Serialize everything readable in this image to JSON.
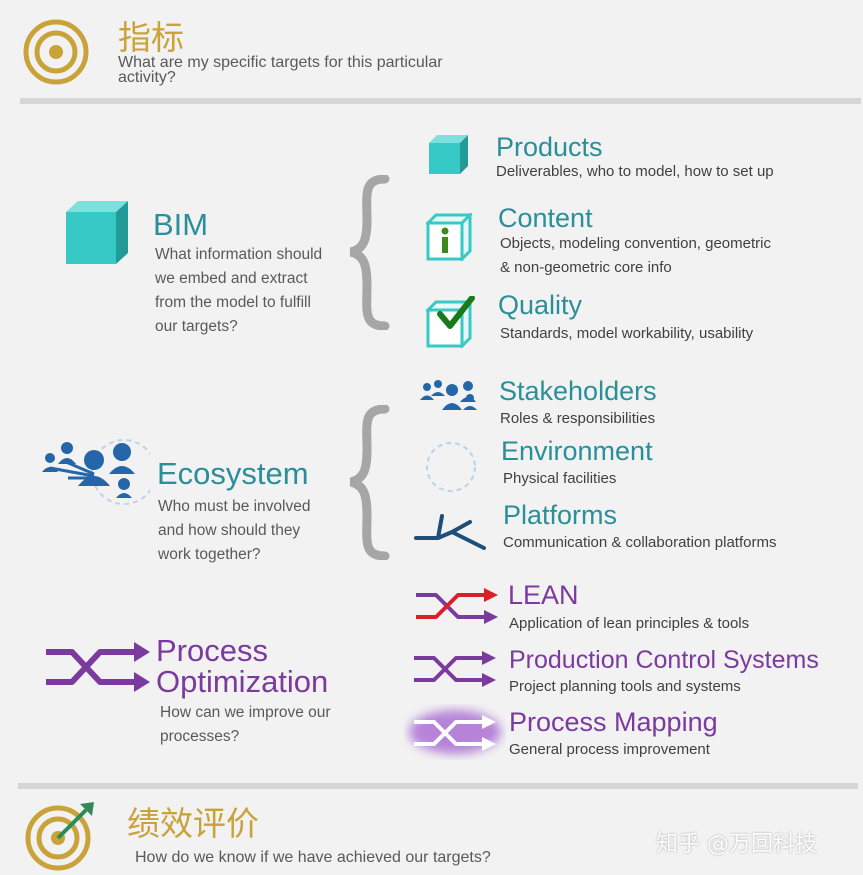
{
  "header": {
    "title": "指标",
    "subtitle_line1": "What are my specific targets for this particular",
    "subtitle_line2": "activity?",
    "icon": "target-icon"
  },
  "categories": [
    {
      "title": "BIM",
      "desc_lines": [
        "What information should",
        "we embed and extract",
        "from the model to fulfill",
        "our targets?"
      ],
      "icon": "cube-icon",
      "items": [
        {
          "title": "Products",
          "desc": "Deliverables, who to model, how to set up",
          "icon": "small-cube-icon"
        },
        {
          "title": "Content",
          "desc": "Objects, modeling convention,  geometric",
          "desc2": "& non-geometric core info",
          "icon": "info-cube-icon"
        },
        {
          "title": "Quality",
          "desc": "Standards, model workability, usability",
          "icon": "checked-cube-icon"
        }
      ]
    },
    {
      "title": "Ecosystem",
      "desc_lines": [
        "Who must be involved",
        "and how should they",
        "work together?"
      ],
      "icon": "network-people-icon",
      "items": [
        {
          "title": "Stakeholders",
          "desc": "Roles & responsibilities",
          "icon": "people-group-icon"
        },
        {
          "title": "Environment",
          "desc": "Physical facilities",
          "icon": "dashed-circle-icon"
        },
        {
          "title": "Platforms",
          "desc": "Communication & collaboration platforms",
          "icon": "branch-icon"
        }
      ]
    },
    {
      "title_line1": "Process",
      "title_line2": "Optimization",
      "desc_lines": [
        "How can we improve our",
        "processes?"
      ],
      "icon": "crossing-arrows-icon",
      "items": [
        {
          "title": "LEAN",
          "desc": "Application of lean principles & tools",
          "icon": "red-crossing-arrows-icon"
        },
        {
          "title": "Production Control Systems",
          "desc": "Project planning tools and systems",
          "icon": "purple-crossing-arrows-icon"
        },
        {
          "title": "Process Mapping",
          "desc": "General process improvement",
          "icon": "glowing-crossing-arrows-icon"
        }
      ]
    }
  ],
  "footer": {
    "title": "绩效评价",
    "subtitle": "How do we know if we have achieved our targets?",
    "icon": "target-hit-icon"
  },
  "watermark": "知乎 @万回科技",
  "colors": {
    "teal": "#2b8f99",
    "cube": "#36c9c6",
    "gold": "#c9a23a",
    "purple": "#7b3a9e",
    "blue": "#2566a8",
    "red": "#d9202a",
    "green": "#1a7a1a",
    "brace": "#a6a6a6"
  }
}
